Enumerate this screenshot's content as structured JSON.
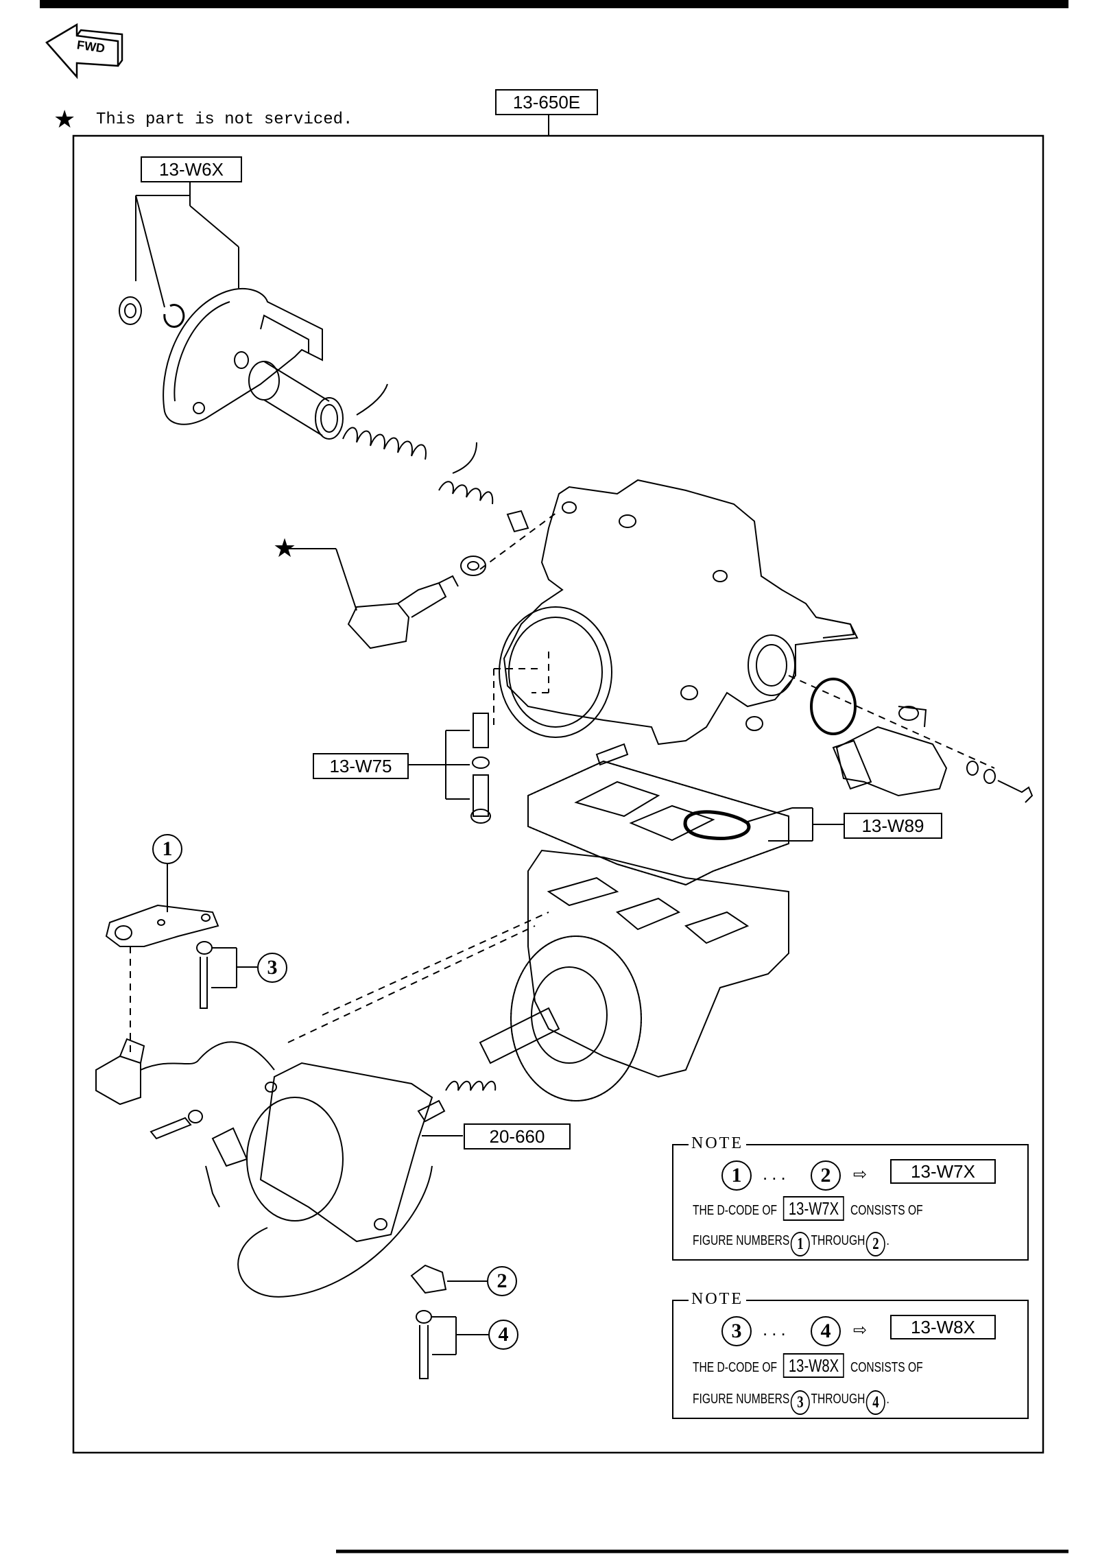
{
  "header": {
    "fwd_label": "FWD",
    "star_note_symbol": "★",
    "star_note_text": "This part is not serviced.",
    "group_code": "13-650E"
  },
  "callouts": {
    "w6x": "13-W6X",
    "w75": "13-W75",
    "w89": "13-W89",
    "p20_660": "20-660",
    "star": "★"
  },
  "figure_numbers": [
    "1",
    "2",
    "3",
    "4"
  ],
  "notes": [
    {
      "title": "NOTE",
      "range_from": "1",
      "range_dots": "...",
      "arrow": "⇨",
      "code": "13-W7X",
      "text_a": "THE D-CODE OF",
      "text_b": "CONSISTS OF",
      "text_c": "FIGURE NUMBERS",
      "text_d": "THROUGH",
      "range_to": "2",
      "period": "."
    },
    {
      "title": "NOTE",
      "range_from": "3",
      "range_dots": "...",
      "arrow": "⇨",
      "code": "13-W8X",
      "text_a": "THE D-CODE OF",
      "text_b": "CONSISTS OF",
      "text_c": "FIGURE NUMBERS",
      "text_d": "THROUGH",
      "range_to": "4",
      "period": "."
    }
  ]
}
